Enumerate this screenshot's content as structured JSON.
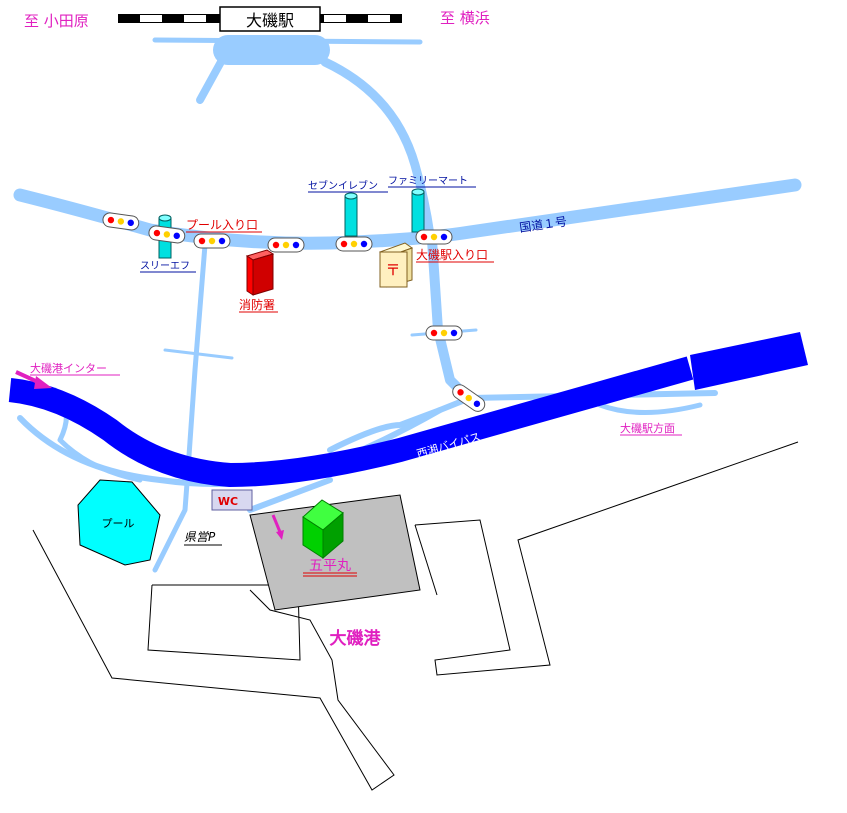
{
  "header": {
    "station": "大磯駅",
    "left_direction": "至 小田原",
    "right_direction": "至 横浜"
  },
  "labels": {
    "pool_entrance": "プール入り口",
    "three_f": "スリーエフ",
    "seven_eleven": "セブンイレブン",
    "family_mart": "ファミリーマート",
    "route1": "国道１号",
    "station_entrance": "大磯駅入り口",
    "fire_station": "消防署",
    "interchange": "大磯港インター",
    "bypass": "西湘バイパス",
    "to_station": "大磯駅方面",
    "pool": "プール",
    "prefectural_parking": "県営P",
    "restroom": "WC",
    "goheimaru": "五平丸",
    "harbor": "大磯港"
  },
  "icons": {
    "post_office": "〒"
  },
  "colors": {
    "road": "#99ccff",
    "bypass": "#0000ff",
    "magenta_text": "#e020c0",
    "red_text": "#e00000",
    "blue_text": "#0010a0",
    "harbor_building": "#c0c0c0",
    "pool": "#00ffff",
    "fire_station": "#ff0000",
    "goheimaru": "#00e000"
  }
}
